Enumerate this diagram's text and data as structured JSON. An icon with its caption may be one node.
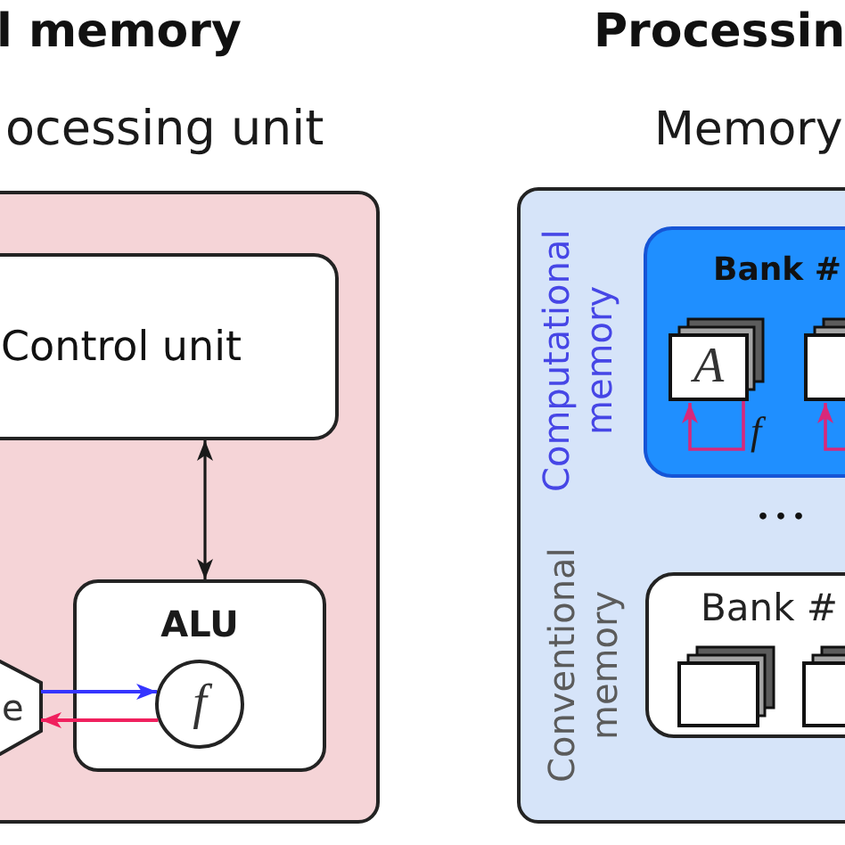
{
  "diagram": {
    "nodes": [
      {
        "text": [
          "ocessing unit"
        ]
      },
      {
        "text": [
          "Control unit"
        ],
        "in": 0
      },
      {
        "text": [
          "ALU"
        ],
        "in": 0
      },
      {
        "text": [
          "f"
        ],
        "in": 2
      },
      {
        "text": [
          "e"
        ],
        "in": 0
      },
      {
        "text": [
          "Memory"
        ]
      },
      {
        "text": [
          "Bank #"
        ],
        "in": 5,
        "beside": [
          "Computational memory"
        ]
      },
      {
        "text": [
          "A"
        ],
        "in": 6
      },
      {
        "text": [],
        "shape": "box",
        "in": 6
      },
      {
        "text": [
          "Bank #"
        ],
        "in": 5,
        "beside": [
          "Conventional memory"
        ]
      },
      {
        "text": [],
        "shape": "box",
        "in": 9
      },
      {
        "text": [],
        "shape": "box",
        "in": 9
      }
    ],
    "edges": [
      {
        "from": 1,
        "to": 2,
        "arrow": "both",
        "color": "#1a1a1a"
      },
      {
        "from": 4,
        "to": 3,
        "arrow": "to",
        "color": "#3535ff"
      },
      {
        "from": 3,
        "to": 4,
        "arrow": "to",
        "color": "#f0205e"
      },
      {
        "from": 7,
        "to": 7,
        "arrow": "to",
        "label": "f",
        "color": "#d8287a"
      },
      {
        "from": 8,
        "to": 8,
        "arrow": "to",
        "color": "#d8287a"
      }
    ],
    "labels": [
      "l memory",
      "Processin",
      "..."
    ]
  }
}
